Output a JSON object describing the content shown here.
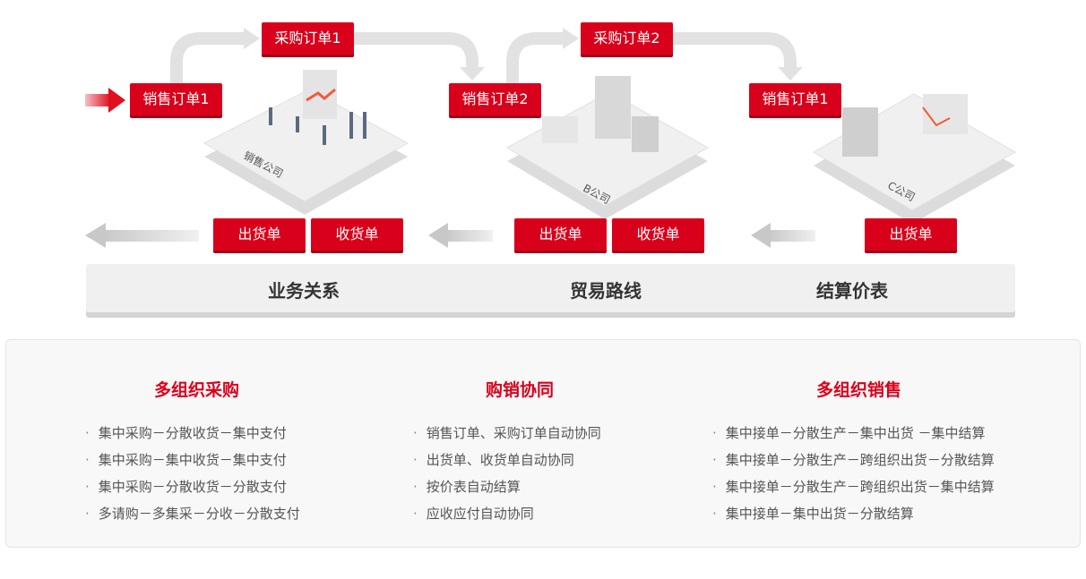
{
  "flow": {
    "a_sales_order": "销售订单1",
    "a_purchase_order": "采购订单1",
    "b_sales_order": "销售订单2",
    "b_purchase_order": "采购订单2",
    "c_sales_order": "销售订单1",
    "a_ship": "出货单",
    "a_receive": "收货单",
    "b_ship": "出货单",
    "b_receive": "收货单",
    "c_ship": "出货单",
    "companies": [
      "销售公司",
      "B公司",
      "C公司"
    ]
  },
  "bar": [
    "业务关系",
    "贸易路线",
    "结算价表"
  ],
  "columns": [
    {
      "title": "多组织采购",
      "items": [
        "集中采购－分散收货－集中支付",
        "集中采购－集中收货－集中支付",
        "集中采购－分散收货－分散支付",
        "多请购－多集采－分收－分散支付"
      ]
    },
    {
      "title": "购销协同",
      "items": [
        "销售订单、采购订单自动协同",
        "出货单、收货单自动协同",
        "按价表自动结算",
        "应收应付自动协同"
      ]
    },
    {
      "title": "多组织销售",
      "items": [
        "集中接单－分散生产－集中出货 －集中结算",
        "集中接单－分散生产－跨组织出货－分散结算",
        "集中接单－分散生产－跨组织出货－集中结算",
        "集中接单－集中出货－分散结算"
      ]
    }
  ],
  "colors": {
    "accent": "#d9001b"
  }
}
